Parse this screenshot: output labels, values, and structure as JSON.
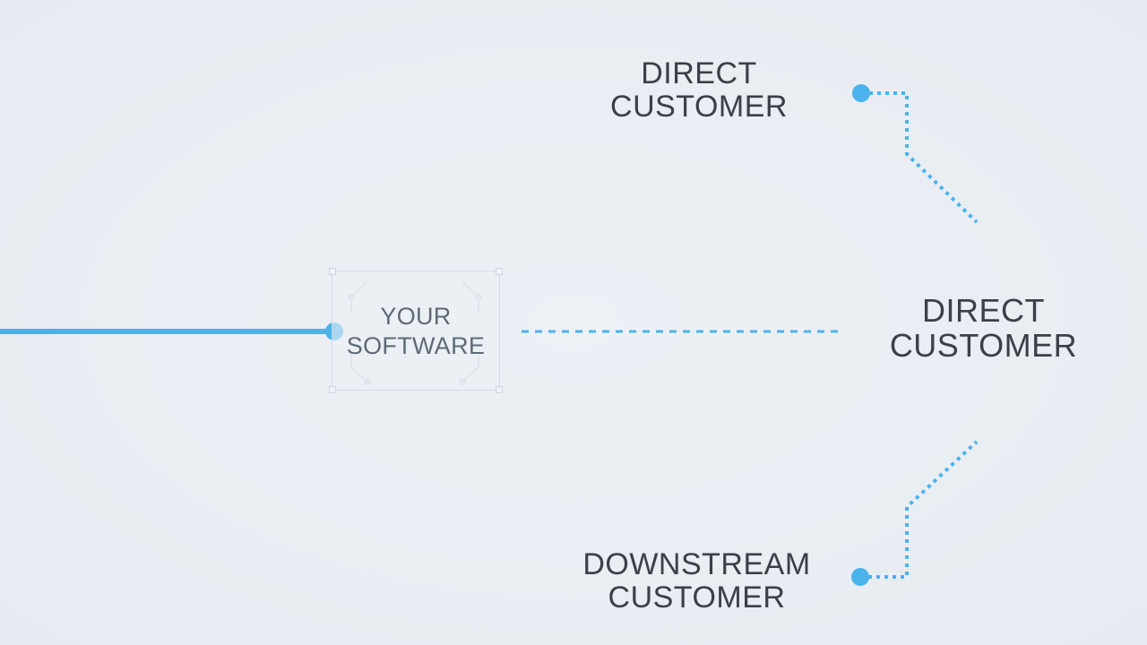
{
  "diagram": {
    "center_node": {
      "lines": [
        "YOUR",
        "SOFTWARE"
      ]
    },
    "nodes": [
      {
        "id": "direct-customer-top",
        "lines": [
          "DIRECT",
          "CUSTOMER"
        ]
      },
      {
        "id": "direct-customer-right",
        "lines": [
          "DIRECT",
          "CUSTOMER"
        ]
      },
      {
        "id": "downstream-customer",
        "lines": [
          "DOWNSTREAM",
          "CUSTOMER"
        ]
      }
    ],
    "colors": {
      "accent": "#4ab3ec",
      "text": "#3b4047",
      "software_text": "#5d6a78",
      "background": "#e8edf3"
    }
  }
}
